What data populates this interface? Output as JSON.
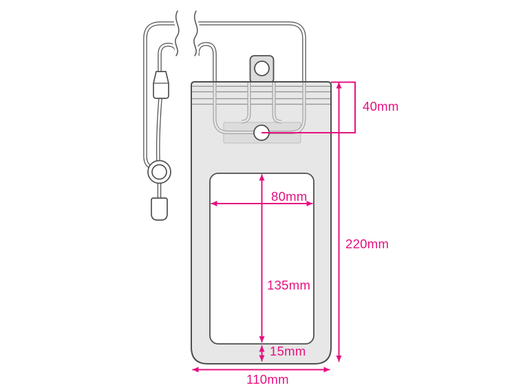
{
  "diagram": {
    "dimensions": {
      "flap_depth": "40mm",
      "window_width": "80mm",
      "window_height": "135mm",
      "bottom_margin": "15mm",
      "overall_height": "220mm",
      "overall_width": "110mm"
    },
    "colors": {
      "dimension_accent": "#e5107f",
      "outline": "#4f4f4f",
      "pouch_fill": "#e7e7e7",
      "background": "#ffffff"
    }
  }
}
